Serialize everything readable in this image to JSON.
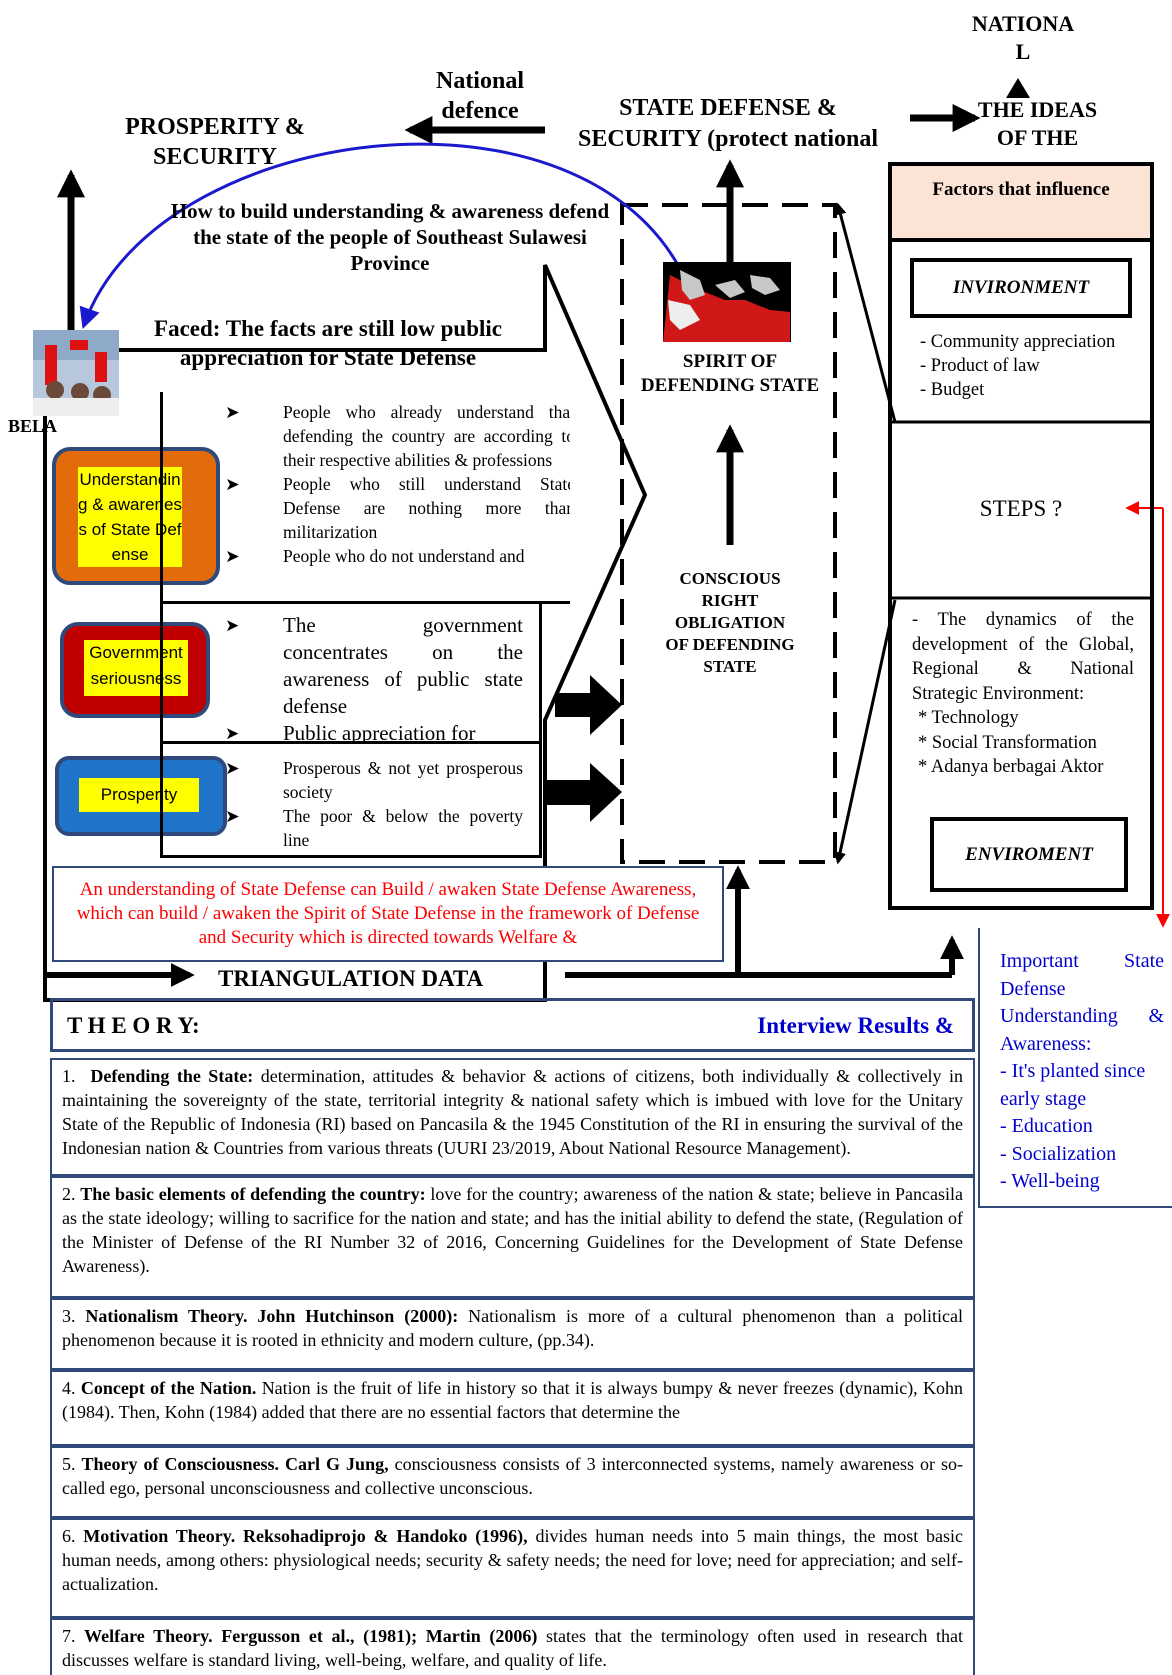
{
  "top": {
    "national_line1": "NATIONA",
    "national_line2": "L",
    "ideas_line1": "THE IDEAS",
    "ideas_line2": "OF THE",
    "national_defence_line1": "National",
    "national_defence_line2": "defence",
    "state_defense_line1": "STATE DEFENSE &",
    "state_defense_line2": "SECURITY (protect national",
    "prosperity_line1": "PROSPERITY &",
    "prosperity_line2": "SECURITY"
  },
  "question": "How to build understanding & awareness defend the state of the people of Southeast Sulawesi Province",
  "faced": "Faced: The facts are still low public appreciation for State Defense",
  "bela_label": "BELA",
  "left_boxes": {
    "understanding": "Understanding & awareness of State Defense",
    "government": "Government seriousness",
    "prosperity": "Prosperity"
  },
  "panel1_items": [
    "People who already understand that defending the country are according to their respective abilities & professions",
    "People who still understand State Defense are nothing more than militarization",
    "People who do not understand and"
  ],
  "panel2_items": [
    "The government concentrates on the awareness of public state defense",
    "Public appreciation for"
  ],
  "panel3_items": [
    "Prosperous & not yet prosperous society",
    "The poor & below the poverty line"
  ],
  "center": {
    "spirit": "SPIRIT OF DEFENDING STATE",
    "conscious_lines": [
      "CONSCIOUS",
      "RIGHT",
      "OBLIGATION",
      "OF DEFENDING",
      "STATE"
    ]
  },
  "red_box_text": "An understanding of State Defense can Build / awaken State Defense Awareness, which can build / awaken the Spirit of State Defense in the framework of Defense and Security which is directed towards Welfare &",
  "triangulation": "TRIANGULATION DATA",
  "right": {
    "factors": "Factors that influence",
    "environment_title": "INVIRONMENT",
    "env_items": [
      "- Community appreciation",
      "- Product of law",
      "- Budget"
    ],
    "steps": "STEPS ?",
    "dynamics_text": "- The dynamics of the development of the Global, Regional & National Strategic Environment:",
    "dynamics_items": [
      "* Technology",
      "* Social Transformation",
      "* Adanya berbagai Aktor"
    ],
    "enviroment_title": "ENVIROMENT"
  },
  "important": {
    "heading": "Important State Defense Understanding & Awareness:",
    "items": [
      "- It's planted since early stage",
      "- Education",
      "- Socialization",
      "- Well-being"
    ]
  },
  "theory": {
    "title": "T H E O R Y:",
    "interview": "Interview Results &",
    "items": [
      {
        "num": "1.",
        "bold": "Defending the State:",
        "text": "determination, attitudes & behavior & actions of citizens, both individually & collectively in maintaining the sovereignty of the state, territorial integrity & national safety which is imbued with love for the Unitary State of the Republic of Indonesia (RI) based on Pancasila & the 1945 Constitution of the RI in ensuring the survival of the Indonesian nation & Countries from various threats (UURI 23/2019, About National Resource Management)."
      },
      {
        "num": "2.",
        "bold": "The basic elements of defending the country:",
        "text": "love for the country; awareness of the nation & state; believe in Pancasila as the state ideology; willing to sacrifice for the nation and state; and has the initial ability to defend the state, (Regulation of the Minister of Defense of the RI Number 32 of 2016, Concerning Guidelines for the Development of State Defense Awareness)."
      },
      {
        "num": "3.",
        "bold": "Nationalism Theory. John Hutchinson (2000):",
        "text": "Nationalism is more of a cultural phenomenon than a political phenomenon because it is rooted in ethnicity and modern culture, (pp.34)."
      },
      {
        "num": "4.",
        "bold": "Concept of the Nation.",
        "text": "Nation is the fruit of life in history so that it is always bumpy & never freezes (dynamic), Kohn (1984). Then, Kohn (1984) added that there are no essential factors that determine the"
      },
      {
        "num": "5.",
        "bold": "Theory of Consciousness. Carl G Jung,",
        "text": "consciousness consists of 3 interconnected systems, namely awareness or so-called ego, personal unconsciousness and collective unconscious."
      },
      {
        "num": "6.",
        "bold": "Motivation Theory. Reksohadiprojo & Handoko (1996),",
        "text": "divides human needs into 5 main things, the most basic human needs, among others: physiological needs; security & safety needs; the need for love; need for appreciation; and self-actualization."
      },
      {
        "num": "7.",
        "bold": "Welfare Theory. Fergusson et al., (1981); Martin (2006)",
        "text": "states that the terminology often used in research that discusses welfare is standard living, well-being, welfare, and quality of life."
      }
    ]
  },
  "colors": {
    "orange": "#e36c0a",
    "yellow": "#ffff00",
    "dark_red": "#c00000",
    "blue_box": "#1f73c8",
    "box_border": "#2f4a7a",
    "red_text": "#ff0000",
    "blue_text": "#0000cc",
    "peach": "#fbe4d5"
  }
}
